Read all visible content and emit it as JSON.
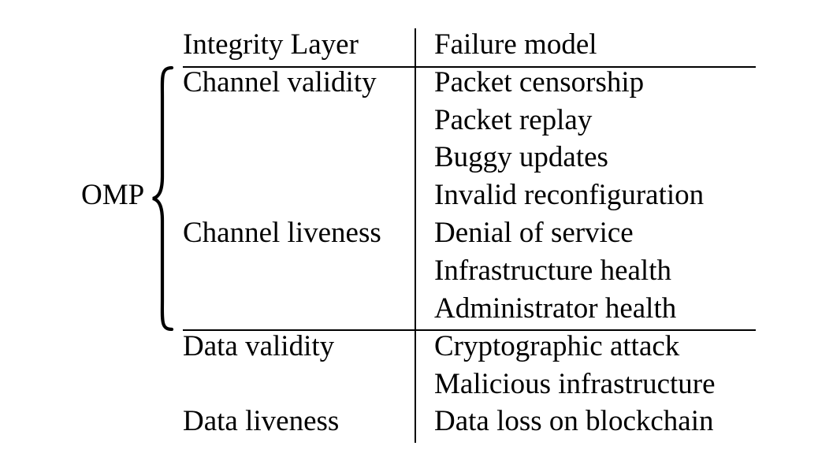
{
  "table": {
    "headers": {
      "layer": "Integrity Layer",
      "failure": "Failure model"
    },
    "group_label": "OMP",
    "rows": [
      {
        "layer": "Channel validity",
        "failure": "Packet censorship"
      },
      {
        "layer": "",
        "failure": "Packet replay"
      },
      {
        "layer": "",
        "failure": "Buggy updates"
      },
      {
        "layer": "",
        "failure": "Invalid reconfiguration"
      },
      {
        "layer": "Channel liveness",
        "failure": "Denial of service"
      },
      {
        "layer": "",
        "failure": "Infrastructure health"
      },
      {
        "layer": "",
        "failure": "Administrator health"
      },
      {
        "layer": "Data validity",
        "failure": "Cryptographic attack"
      },
      {
        "layer": "",
        "failure": "Malicious infrastructure"
      },
      {
        "layer": "Data liveness",
        "failure": "Data loss on blockchain"
      }
    ]
  }
}
